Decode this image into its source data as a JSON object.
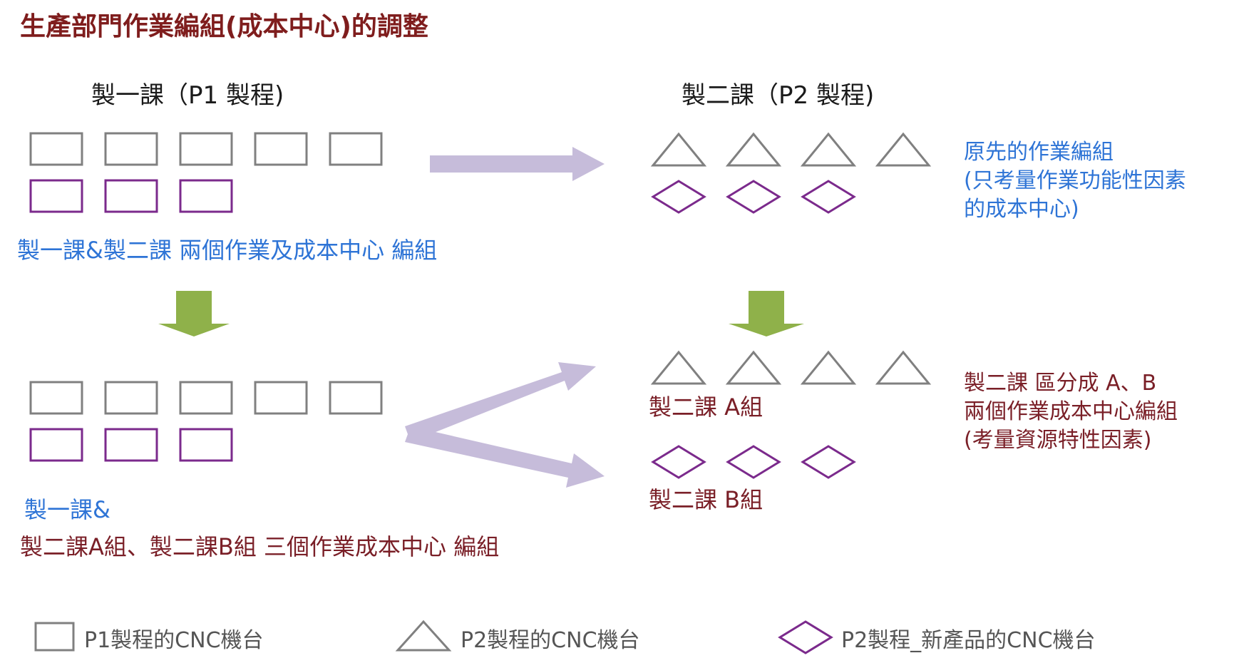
{
  "title": "生產部門作業編組(成本中心)的調整",
  "section1_header": "製一課（P1 製程)",
  "section2_header": "製二課（P2 製程)",
  "original_note": [
    "原先的作業編組",
    "(只考量作業功能性因素",
    "的成本中心)"
  ],
  "top_caption": "製一課&製二課 兩個作業及成本中心 編組",
  "group_a_label": "製二課 A組",
  "group_b_label": "製二課 B組",
  "new_note": [
    "製二課 區分成 A、B",
    "兩個作業成本中心編組",
    "(考量資源特性因素)"
  ],
  "bottom_caption_1": "製一課&",
  "bottom_caption_2": "製二課A組、製二課B組 三個作業成本中心 編組",
  "legend": {
    "p1": "P1製程的CNC機台",
    "p2": "P2製程的CNC機台",
    "p2_new": "P2製程_新產品的CNC機台"
  },
  "colors": {
    "gray": "#808080",
    "purple": "#7b2a8c",
    "blue": "#2e74d6",
    "maroon": "#7a1f27",
    "green": "#8fb14a",
    "lavender": "#c6bcda"
  }
}
